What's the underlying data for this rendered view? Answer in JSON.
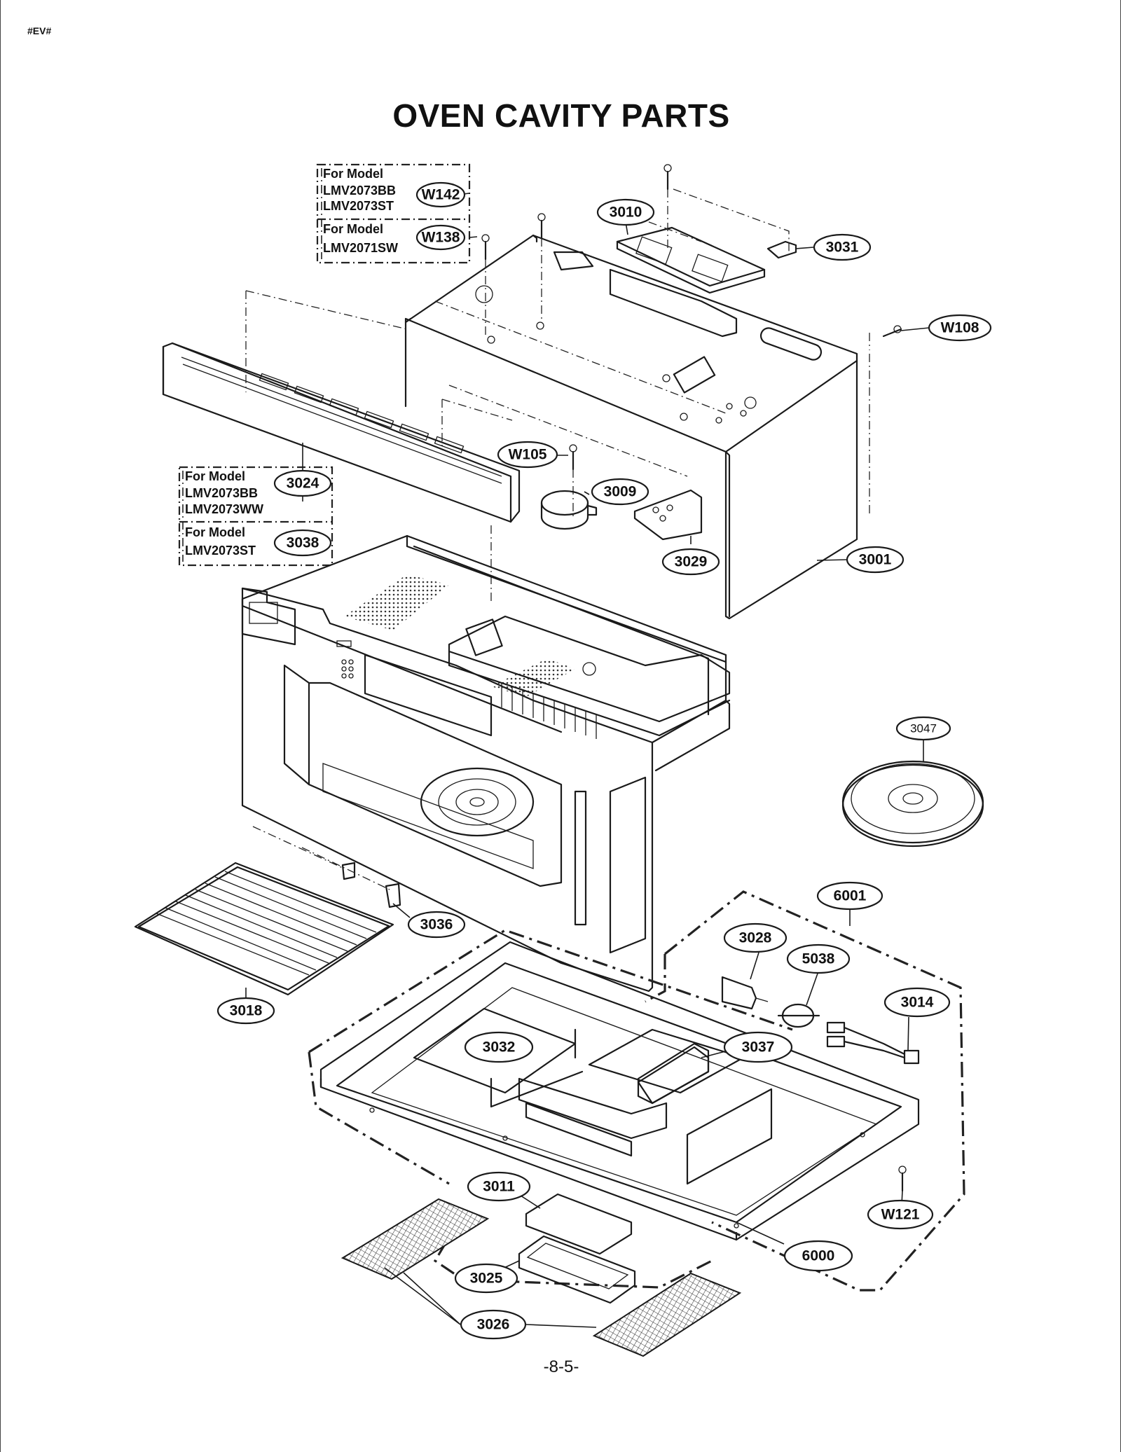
{
  "header": {
    "code": "#EV#",
    "title": "OVEN CAVITY PARTS",
    "page_number": "-8-5-"
  },
  "model_notes": [
    {
      "heading": "For Model",
      "models": [
        "LMV2073BB",
        "LMV2073ST"
      ],
      "part": "W142"
    },
    {
      "heading": "For Model",
      "models": [
        "LMV2071SW"
      ],
      "part": "W138"
    },
    {
      "heading": "For Model",
      "models": [
        "LMV2073BB",
        "LMV2073WW"
      ],
      "part": "3024"
    },
    {
      "heading": "For Model",
      "models": [
        "LMV2073ST"
      ],
      "part": "3038"
    }
  ],
  "part_labels": {
    "p3010": "3010",
    "p3031": "3031",
    "pW108": "W108",
    "pW105": "W105",
    "p3009": "3009",
    "p3029": "3029",
    "p3001": "3001",
    "p3047": "3047",
    "p6001": "6001",
    "p3036": "3036",
    "p3018": "3018",
    "p3028": "3028",
    "p5038": "5038",
    "p3014": "3014",
    "p3032": "3032",
    "p3037": "3037",
    "p3011": "3011",
    "pW121": "W121",
    "p6000": "6000",
    "p3025": "3025",
    "p3026": "3026"
  }
}
